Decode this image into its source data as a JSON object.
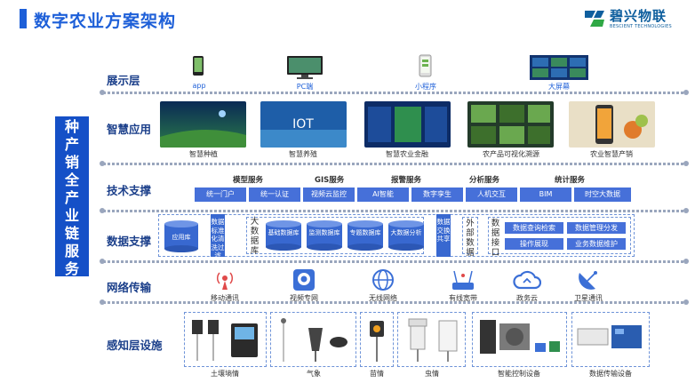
{
  "title": "数字农业方案架构",
  "logo": {
    "name": "碧兴物联",
    "sub": "BESCIENT TECHNOLOGIES"
  },
  "side_title": [
    "种",
    "产",
    "销",
    "全",
    "产",
    "业",
    "链",
    "服",
    "务"
  ],
  "layers": {
    "display": "展示层",
    "app": "智慧应用",
    "tech": "技术支撑",
    "data": "数据支撑",
    "network": "网络传输",
    "sensing": "感知层设施"
  },
  "display_items": [
    "app",
    "PC端",
    "小程序",
    "大屏幕"
  ],
  "app_items": [
    "智慧种植",
    "智慧养殖",
    "智慧农业金融",
    "农产品可视化溯源",
    "农业智慧产销"
  ],
  "tech_services": [
    "模型服务",
    "GIS服务",
    "报警服务",
    "分析服务",
    "统计服务"
  ],
  "tech_items": [
    "统一门户",
    "统一认证",
    "视频云监控",
    "AI智能",
    "数字孪生",
    "人机交互",
    "BIM",
    "时空大数据"
  ],
  "data": {
    "app_db": "应用库",
    "clean": "数据标准化清洗过滤",
    "bigdb": "大数据库",
    "dbs": [
      "基础数据库",
      "监测数据库",
      "专题数据库",
      "大数据分析"
    ],
    "exchange": "数据交换共享",
    "external": "外部数据",
    "interface": "数据接口",
    "buttons": [
      "数据查询检索",
      "数据管理分发",
      "操作展现",
      "业务数据维护"
    ]
  },
  "network_items": [
    "移动通讯",
    "视频专网",
    "无线网络",
    "有线宽带",
    "政务云",
    "卫星通讯"
  ],
  "sensing_items": [
    "土壤墒情",
    "气象",
    "苗情",
    "虫情",
    "智能控制设备",
    "数据传输设备"
  ],
  "colors": {
    "accent": "#1d5fd8",
    "side": "#1550c7",
    "button": "#4670d9"
  }
}
